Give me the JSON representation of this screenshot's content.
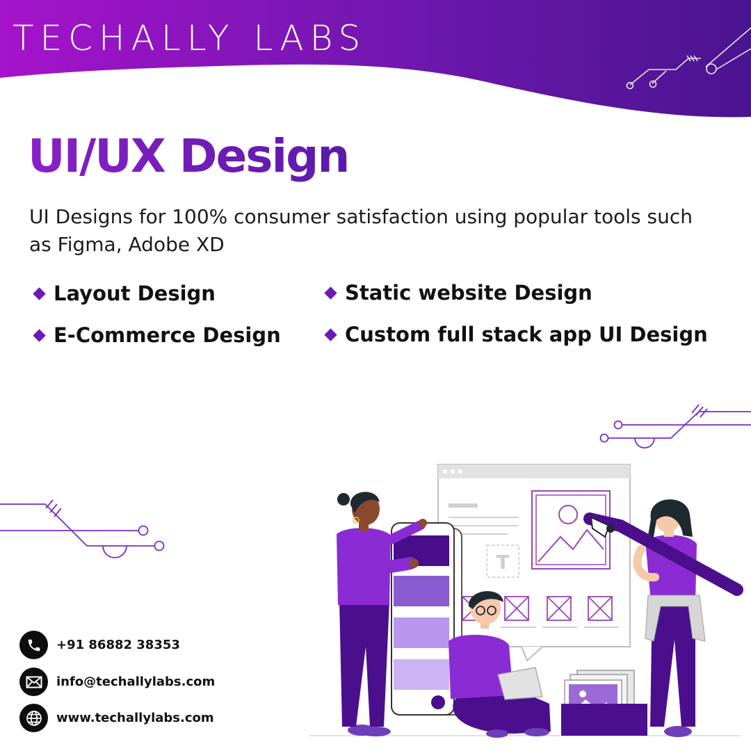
{
  "brand": {
    "part1": "TECHALLY",
    "part2": "LABS"
  },
  "title": "UI/UX Design",
  "description": "UI Designs for 100% consumer satisfaction using popular tools such as Figma, Adobe XD",
  "features": [
    "Layout Design",
    "E-Commerce Design",
    "Static website Design",
    "Custom full stack app UI Design"
  ],
  "contacts": {
    "phone": "+91 86882 38353",
    "email": "info@techallylabs.com",
    "website": "www.techallylabs.com"
  },
  "illustration": {
    "text_tile": "T"
  },
  "colors": {
    "accent": "#6c1cc4",
    "header_start": "#a314c9",
    "header_end": "#4a1490",
    "icon_bg": "#0d0d0d"
  },
  "icons": [
    "diamond-bullet-icon",
    "phone-icon",
    "mail-icon",
    "globe-icon"
  ]
}
